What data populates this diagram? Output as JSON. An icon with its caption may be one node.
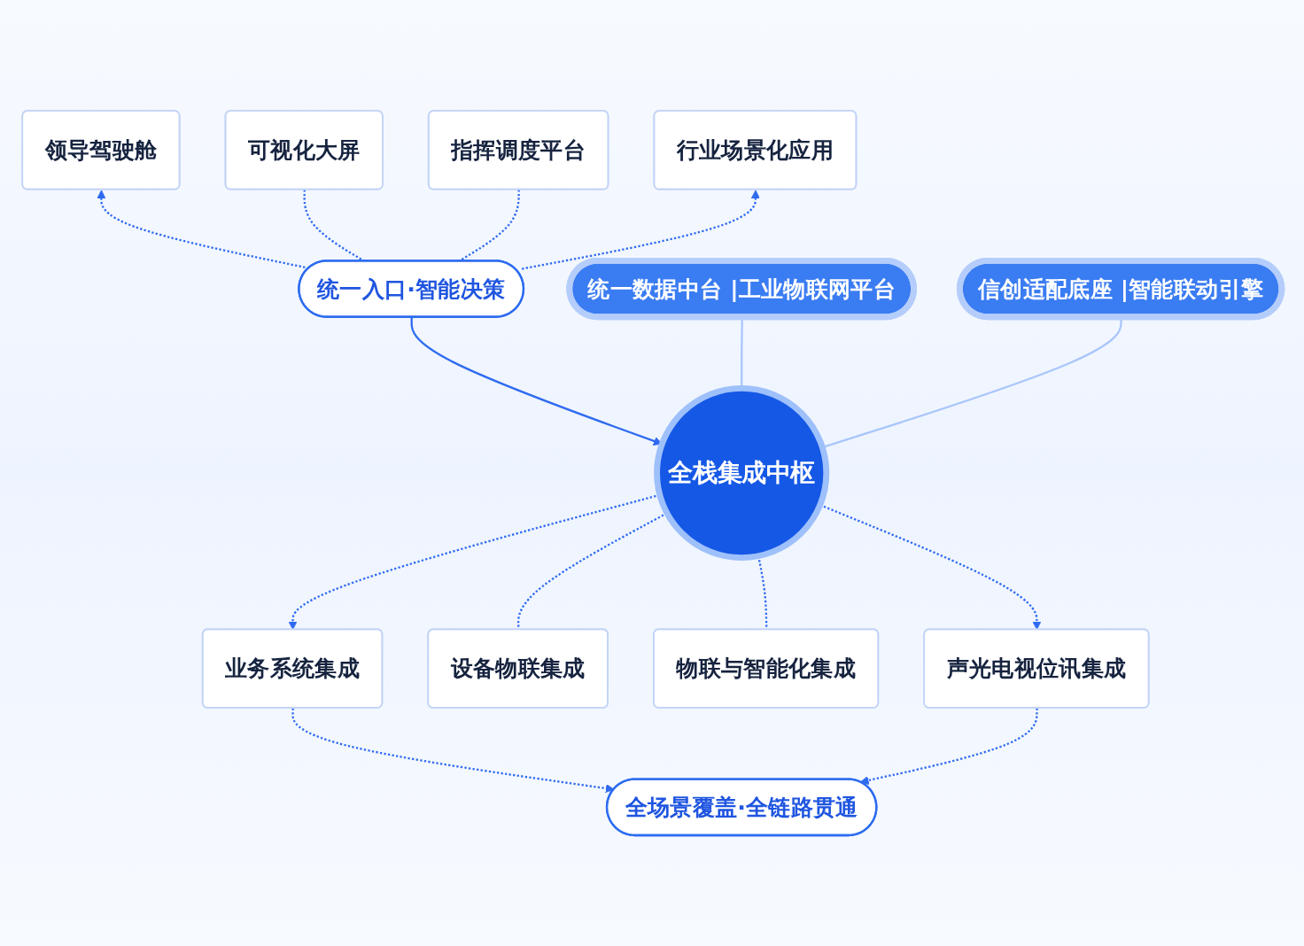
{
  "diagram": {
    "nodes": [
      {
        "text": [
          "领导驾驶舱"
        ]
      },
      {
        "text": [
          "可视化大屏"
        ]
      },
      {
        "text": [
          "指挥调度平台"
        ]
      },
      {
        "text": [
          "行业场景化应用"
        ]
      },
      {
        "text": [
          "统一入口·智能决策"
        ]
      },
      {
        "text": [
          "统一数据中台 |工业物联网平台"
        ]
      },
      {
        "text": [
          "全栈集成中枢"
        ]
      },
      {
        "text": [
          "信创适配底座 |智能联动引擎"
        ]
      },
      {
        "text": [
          "业务系统集成"
        ]
      },
      {
        "text": [
          "设备物联集成"
        ]
      },
      {
        "text": [
          "物联与智能化集成"
        ]
      },
      {
        "text": [
          "声光电视位讯集成"
        ]
      },
      {
        "text": [
          "全场景覆盖·全链路贯通"
        ]
      }
    ],
    "edges": [
      {
        "from": 4,
        "to": 0,
        "arrow": "to",
        "style": "dashed"
      },
      {
        "from": 1,
        "to": 4,
        "arrow": "none",
        "style": "dashed"
      },
      {
        "from": 2,
        "to": 4,
        "arrow": "none",
        "style": "dashed"
      },
      {
        "from": 4,
        "to": 3,
        "arrow": "to",
        "style": "dashed"
      },
      {
        "from": 4,
        "to": 6,
        "arrow": "to"
      },
      {
        "from": 5,
        "to": 6,
        "arrow": "none",
        "color": "#a9c6fb"
      },
      {
        "from": 6,
        "to": 7,
        "arrow": "none",
        "color": "#a9c6fb"
      },
      {
        "from": 6,
        "to": 8,
        "arrow": "to",
        "style": "dashed"
      },
      {
        "from": 6,
        "to": 9,
        "arrow": "none",
        "style": "dashed"
      },
      {
        "from": 6,
        "to": 10,
        "arrow": "none",
        "style": "dashed"
      },
      {
        "from": 6,
        "to": 11,
        "arrow": "to",
        "style": "dashed"
      },
      {
        "from": 8,
        "to": 12,
        "arrow": "to",
        "style": "dashed"
      },
      {
        "from": 11,
        "to": 12,
        "arrow": "to",
        "style": "dashed"
      }
    ]
  }
}
